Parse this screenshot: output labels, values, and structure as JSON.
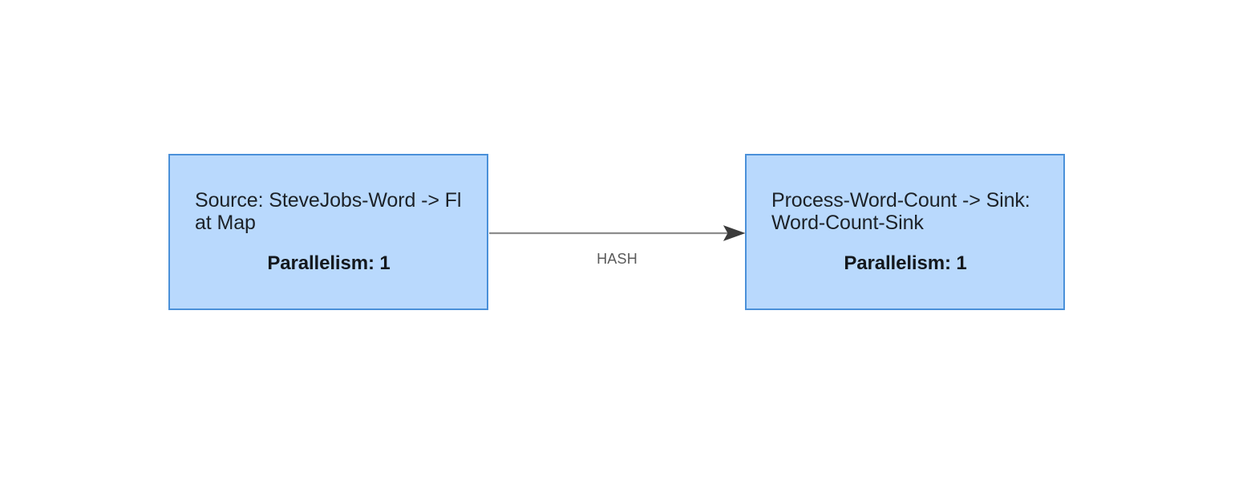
{
  "diagram": {
    "type": "job-graph",
    "background_color": "#ffffff",
    "node_fill_color": "#b9d9fd",
    "node_border_color": "#4a90d9",
    "node_text_color": "#1c2127",
    "edge_color": "#8c8c8c",
    "edge_label_color": "#5a5a5a",
    "nodes": [
      {
        "id": "source",
        "title": "Source: SteveJobs-Word -> Fl\nat Map",
        "parallelism_label": "Parallelism: 1",
        "parallelism": 1
      },
      {
        "id": "sink",
        "title": "Process-Word-Count -> Sink:\nWord-Count-Sink",
        "parallelism_label": "Parallelism: 1",
        "parallelism": 1
      }
    ],
    "edges": [
      {
        "id": "source-to-sink",
        "from": "source",
        "to": "sink",
        "label": "HASH",
        "arrow": "arrowhead-right-icon"
      }
    ]
  }
}
